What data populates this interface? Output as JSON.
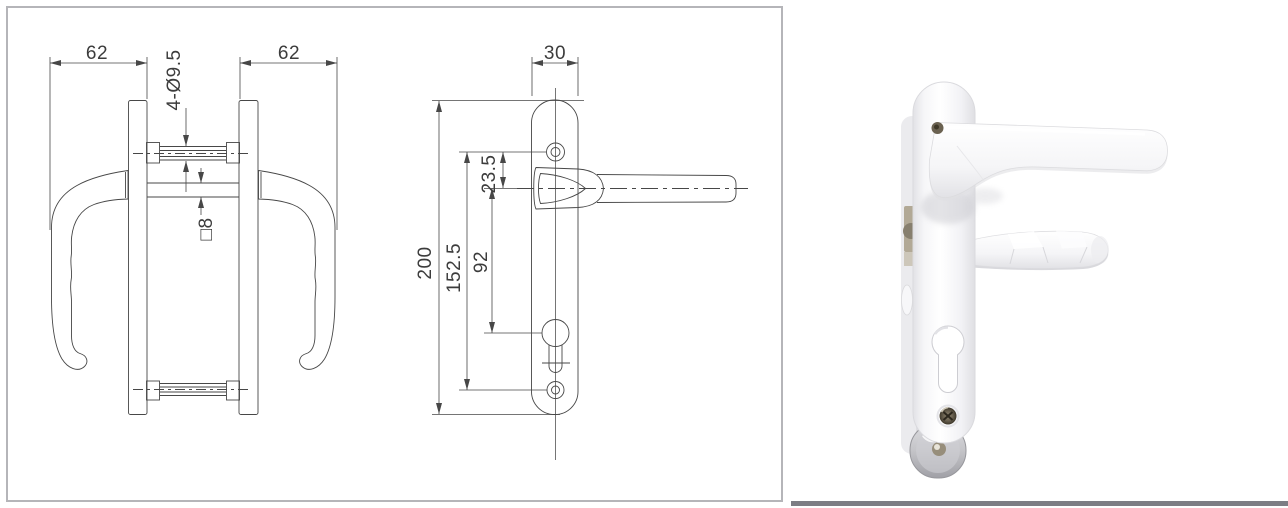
{
  "drawing": {
    "front_view": {
      "dim_left_handle_length": "62",
      "dim_right_handle_length": "62",
      "dim_fixing_holes": "4-Ø9.5",
      "dim_square_spindle": "□8"
    },
    "side_view": {
      "dim_plate_width": "30",
      "dim_plate_length": "200",
      "dim_fixing_screw_centres": "152.5",
      "dim_handle_to_cylinder": "92",
      "dim_screw_to_handle": "23.5"
    }
  },
  "photo": {
    "subject": "white-door-handle"
  },
  "colors": {
    "drawing_line": "#474747",
    "dimension_text": "#3c3c3c",
    "frame_border": "#b5b5b9",
    "separator_bar": "#7d7d84",
    "handle_white": "#fcfcfd",
    "metal_silver": "#b9b9be"
  }
}
